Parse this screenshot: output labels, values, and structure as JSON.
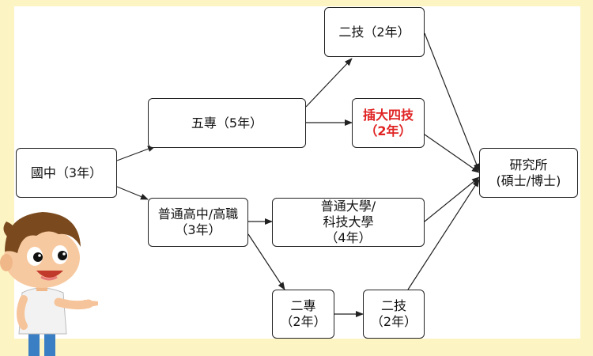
{
  "nodes": {
    "junior_high": {
      "lines": [
        "國中（3年）"
      ]
    },
    "five_year_junior_college": {
      "lines": [
        "五專（5年）"
      ]
    },
    "senior_high_vocational": {
      "lines": [
        "普通高中/高職",
        "（3年）"
      ]
    },
    "two_year_tech_top": {
      "lines": [
        "二技（2年）"
      ]
    },
    "transfer_four_year_tech": {
      "lines": [
        "插大四技",
        "（2年）"
      ],
      "highlight": true,
      "highlight_color": "#e02323"
    },
    "university_tech_university": {
      "lines": [
        "普通大學/",
        "科技大學",
        "（4年）"
      ]
    },
    "two_year_junior_college": {
      "lines": [
        "二專",
        "（2年）"
      ]
    },
    "two_year_tech_bottom": {
      "lines": [
        "二技",
        "（2年）"
      ]
    },
    "graduate_school": {
      "lines": [
        "研究所",
        "(碩士/博士)"
      ]
    }
  },
  "edges": [
    [
      "junior_high",
      "five_year_junior_college"
    ],
    [
      "junior_high",
      "senior_high_vocational"
    ],
    [
      "five_year_junior_college",
      "two_year_tech_top"
    ],
    [
      "five_year_junior_college",
      "transfer_four_year_tech"
    ],
    [
      "senior_high_vocational",
      "university_tech_university"
    ],
    [
      "senior_high_vocational",
      "two_year_junior_college"
    ],
    [
      "two_year_junior_college",
      "two_year_tech_bottom"
    ],
    [
      "two_year_tech_top",
      "graduate_school"
    ],
    [
      "transfer_four_year_tech",
      "graduate_school"
    ],
    [
      "university_tech_university",
      "graduate_school"
    ],
    [
      "two_year_tech_bottom",
      "graduate_school"
    ]
  ],
  "colors": {
    "background": "#fdf4c4",
    "panel": "#ffffff",
    "line": "#222222",
    "highlight": "#e02323"
  },
  "illustration": "cartoon-boy-pointing"
}
